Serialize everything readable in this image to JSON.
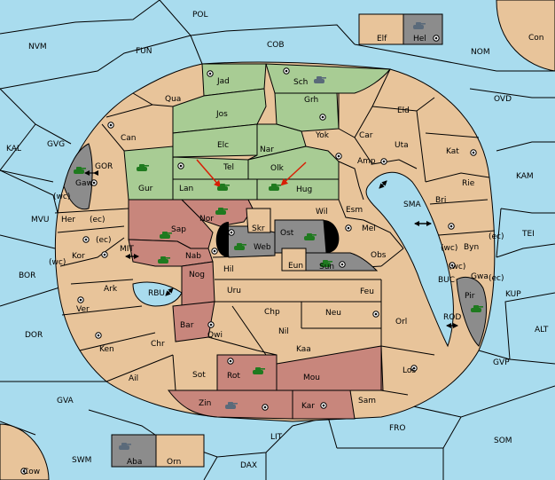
{
  "board": {
    "colors": {
      "sea": "#a9dcee",
      "neutral_land": "#e8c49a",
      "green_power": "#a8cc94",
      "red_power": "#c8867c",
      "grey_power": "#8c8c8c",
      "arrow_red": "#d81e05"
    },
    "sea_labels": {
      "pol": "POL",
      "nvm": "NVM",
      "fun": "FUN",
      "cob": "COB",
      "nom": "NOM",
      "ovd": "OVD",
      "kal": "KAL",
      "gvg": "GVG",
      "gor": "GOR",
      "mvu": "MVU",
      "mit": "MIT",
      "rbu": "RBU",
      "bor": "BOR",
      "dor": "DOR",
      "gva": "GVA",
      "swm": "SWM",
      "dax": "DAX",
      "lit": "LIT",
      "fro": "FRO",
      "som": "SOM",
      "gvp": "GVP",
      "alt": "ALT",
      "kup": "KUP",
      "tei": "TEI",
      "buc": "BUC",
      "rod": "ROD",
      "kam": "KAM",
      "sma": "SMA"
    },
    "land_labels": {
      "con": "Con",
      "elf": "Elf",
      "hel": "Hel",
      "cow": "Cow",
      "aba": "Aba",
      "orn": "Orn",
      "jad": "Jad",
      "sch": "Sch",
      "qua": "Qua",
      "jos": "Jos",
      "grh": "Grh",
      "can": "Can",
      "elc": "Elc",
      "nar": "Nar",
      "yok": "Yok",
      "car": "Car",
      "eld": "Eld",
      "uta": "Uta",
      "kat": "Kat",
      "tel": "Tel",
      "olk": "Olk",
      "amp": "Amp",
      "gur": "Gur",
      "lan": "Lan",
      "hug": "Hug",
      "gaw": "Gaw",
      "bri": "Bri",
      "rie": "Rie",
      "sap": "Sap",
      "nor": "Nor",
      "skr": "Skr",
      "wil": "Wil",
      "esm": "Esm",
      "mel": "Mel",
      "her": "Her",
      "kor": "Kor",
      "nab": "Nab",
      "web": "Web",
      "ost": "Ost",
      "obs": "Obs",
      "byn": "Byn",
      "gwa": "Gwa",
      "eun": "Eun",
      "sun": "Sun",
      "hil": "Hil",
      "ark": "Ark",
      "nog": "Nog",
      "uru": "Uru",
      "feu": "Feu",
      "pir": "Pir",
      "ver": "Ver",
      "chp": "Chp",
      "neu": "Neu",
      "orl": "Orl",
      "bar": "Bar",
      "qwi": "Qwi",
      "nil": "Nil",
      "ken": "Ken",
      "chr": "Chr",
      "kaa": "Kaa",
      "los": "Los",
      "ail": "Ail",
      "sot": "Sot",
      "rot": "Rot",
      "mou": "Mou",
      "zin": "Zin",
      "kar": "Kar",
      "sam": "Sam"
    },
    "coast_labels": {
      "her_ec": "(ec)",
      "her_wc": "(wc)",
      "kor_ec": "(ec)",
      "kor_wc": "(wc)",
      "byn_wc": "(wc)",
      "byn_ec": "(ec)",
      "gwa_wc": "(wc)",
      "gwa_ec": "(ec)"
    },
    "units": [
      {
        "kind": "tank",
        "province": "Gur",
        "color": "#1f7a1f"
      },
      {
        "kind": "tank",
        "province": "Tel",
        "color": "#1f7a1f"
      },
      {
        "kind": "tank",
        "province": "Hug",
        "color": "#1f7a1f"
      },
      {
        "kind": "tank",
        "province": "Gaw",
        "color": "#1f7a1f"
      },
      {
        "kind": "tank",
        "province": "Nor",
        "color": "#1f7a1f"
      },
      {
        "kind": "tank",
        "province": "Sap",
        "color": "#1f7a1f"
      },
      {
        "kind": "tank",
        "province": "Nab",
        "color": "#1f7a1f"
      },
      {
        "kind": "tank",
        "province": "Web",
        "color": "#1f7a1f"
      },
      {
        "kind": "tank",
        "province": "Ost",
        "color": "#1f7a1f"
      },
      {
        "kind": "tank",
        "province": "Sun",
        "color": "#1f7a1f"
      },
      {
        "kind": "tank",
        "province": "Pir",
        "color": "#1f7a1f"
      },
      {
        "kind": "tank",
        "province": "Rot",
        "color": "#1f7a1f"
      },
      {
        "kind": "tank",
        "province": "Sch",
        "color": "#5a6a7a"
      },
      {
        "kind": "tank",
        "province": "Hel",
        "color": "#5a6a7a"
      },
      {
        "kind": "tank",
        "province": "Aba",
        "color": "#5a6a7a"
      },
      {
        "kind": "tank",
        "province": "Zin",
        "color": "#5a6a7a"
      }
    ]
  }
}
